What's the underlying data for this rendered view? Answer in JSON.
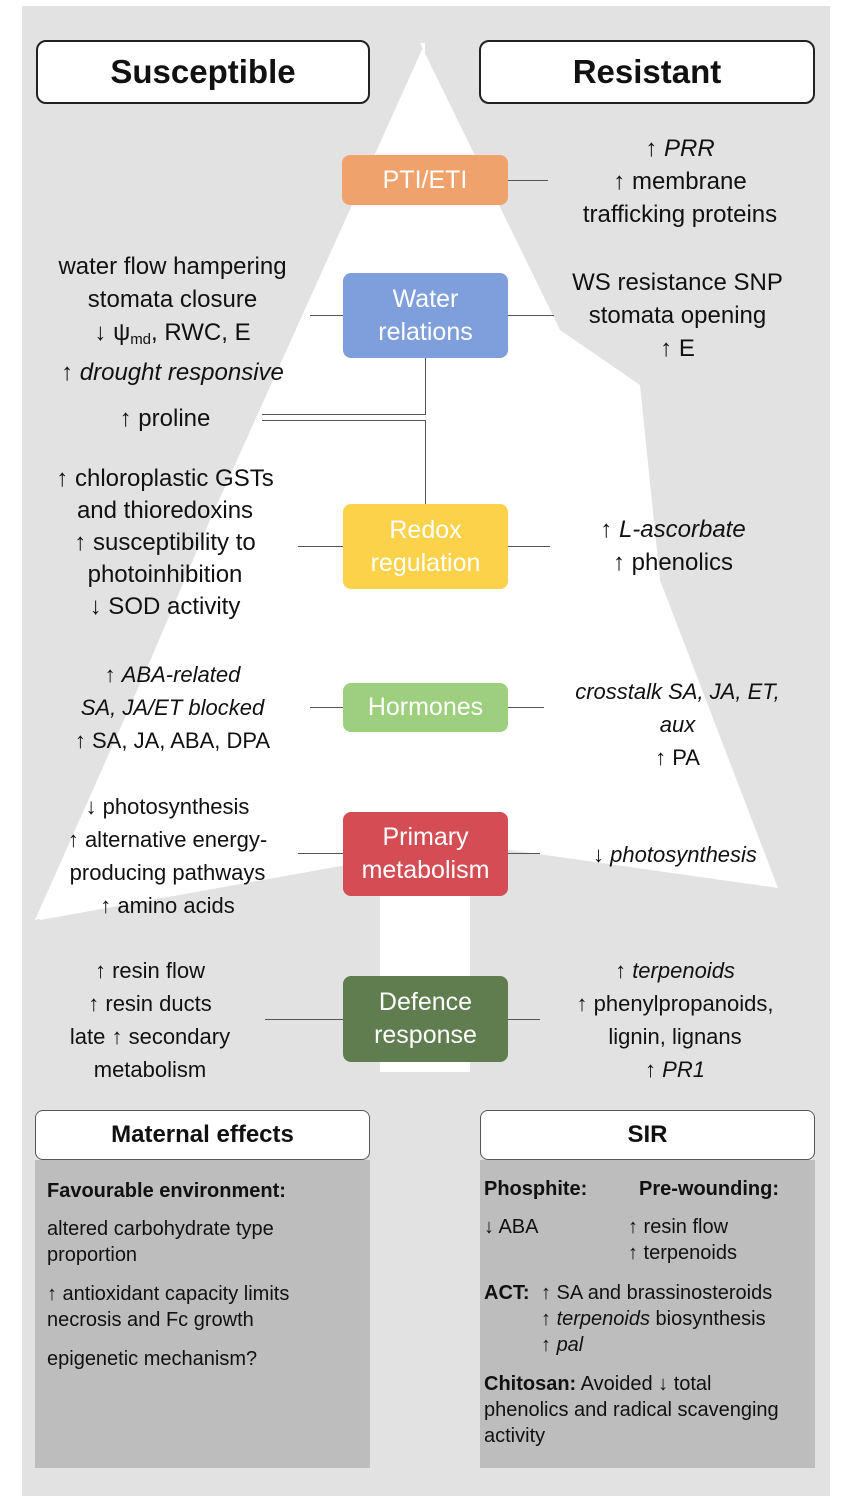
{
  "headers": {
    "left": "Susceptible",
    "right": "Resistant"
  },
  "categories": [
    {
      "label": "PTI/ETI",
      "color": "#f0a26d"
    },
    {
      "label": "Water\nrelations",
      "color": "#7f9fdc"
    },
    {
      "label": "Redox\nregulation",
      "color": "#fbd249"
    },
    {
      "label": "Hormones",
      "color": "#9dcf7f"
    },
    {
      "label": "Primary\nmetabolism",
      "color": "#d44d55"
    },
    {
      "label": "Defence\nresponse",
      "color": "#5f7d4f"
    }
  ],
  "susceptible": {
    "water": [
      "water flow hampering",
      "stomata closure",
      "↓ ψ",
      "md",
      ", RWC, E",
      "↑ ",
      "drought responsive"
    ],
    "proline": "↑ proline",
    "redox": [
      "↑ chloroplastic GSTs",
      "and thioredoxins",
      "↑ susceptibility to",
      "photoinhibition",
      "↓ SOD activity"
    ],
    "hormones": [
      "↑ ",
      "ABA-related",
      "SA, JA/ET blocked",
      "↑ SA, JA, ABA, DPA"
    ],
    "primary": [
      "↓ photosynthesis",
      "↑ alternative energy-",
      "producing pathways",
      "↑ amino acids"
    ],
    "defence": [
      "↑ resin flow",
      "↑ resin ducts",
      "late ↑ secondary",
      "metabolism"
    ]
  },
  "resistant": {
    "pti": [
      "↑ ",
      "PRR",
      "↑ membrane",
      "trafficking proteins"
    ],
    "water": [
      "WS resistance SNP",
      "stomata opening",
      "↑ E"
    ],
    "redox": [
      "↑ ",
      "L-ascorbate",
      "↑ phenolics"
    ],
    "hormones": [
      "crosstalk SA, JA, ET,",
      "aux",
      "↑ PA"
    ],
    "primary": [
      "↓ ",
      "photosynthesis"
    ],
    "defence": [
      "↑ ",
      "terpenoids",
      "↑ phenylpropanoids,",
      "lignin, lignans",
      "↑ ",
      "PR1"
    ]
  },
  "maternal": {
    "title": "Maternal effects",
    "heading": "Favourable environment:",
    "items": [
      "altered carbohydrate type",
      "proportion",
      "↑ antioxidant capacity limits",
      "necrosis and Fc growth",
      "epigenetic mechanism?"
    ]
  },
  "sir": {
    "title": "SIR",
    "phosphite_label": "Phosphite:",
    "phosphite_items": [
      "↓ ABA"
    ],
    "prewounding_label": "Pre-wounding:",
    "prewounding_items": [
      "↑ resin flow",
      "↑ terpenoids"
    ],
    "act_label": "ACT:",
    "act_items": [
      "↑ SA and brassinosteroids",
      "↑ ",
      "terpenoids",
      " biosynthesis",
      "↑ ",
      "pal"
    ],
    "chitosan_label": "Chitosan:",
    "chitosan_lines": [
      " Avoided ↓ total",
      "phenolics and radical scavenging",
      "activity"
    ]
  }
}
